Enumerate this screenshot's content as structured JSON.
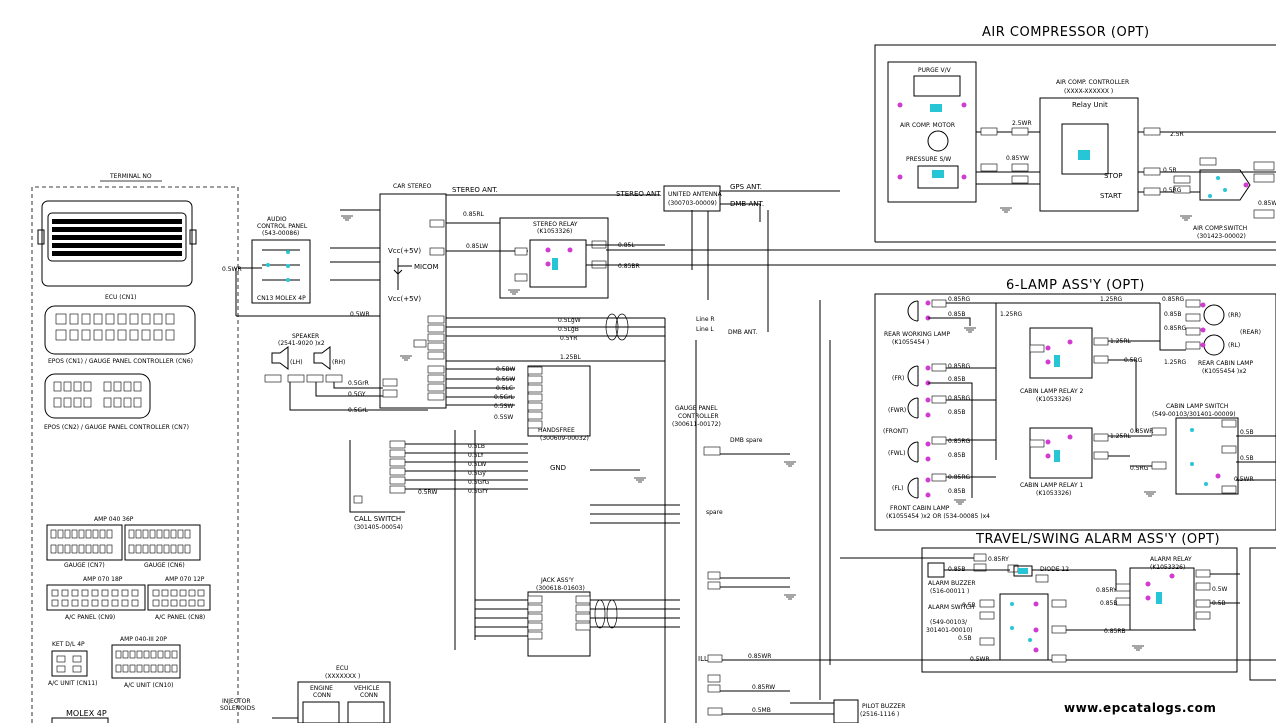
{
  "sections": {
    "air_compressor": "AIR COMPRESSOR (OPT)",
    "six_lamp": "6-LAMP ASS'Y (OPT)",
    "travel_alarm": "TRAVEL/SWING ALARM ASS'Y (OPT)"
  },
  "terminal_block": {
    "title": "TERMINAL NO",
    "connectors": [
      "ECU (CN1)",
      "EPOS (CN1) / GAUGE PANEL CONTROLLER (CN6)",
      "EPOS (CN2) / GAUGE PANEL CONTROLLER (CN7)",
      "AMP 040 36P",
      "GAUGE (CN7)",
      "GAUGE (CN6)",
      "AMP 070 18P",
      "AMP 070 12P",
      "A/C PANEL (CN9)",
      "A/C PANEL (CN8)",
      "KET D/L 4P",
      "AMP 040-III 20P",
      "A/C UNIT (CN11)",
      "A/C UNIT (CN10)",
      "MOLEX 4P"
    ]
  },
  "components": {
    "car_stereo": "CAR STEREO",
    "audio_panel_l1": "AUDIO",
    "audio_panel_l2": "CONTROL PANEL",
    "audio_panel_part": "(543-00086)",
    "audio_panel_conn": "CN13  MOLEX 4P",
    "vcc1": "Vcc(+5V)",
    "micom": "MICOM",
    "vcc2": "Vcc(+5V)",
    "stereo_relay": "STEREO RELAY",
    "stereo_relay_part": "(K1053326)",
    "speaker": "SPEAKER",
    "speaker_part": "(2541-9020 )x2",
    "speaker_lh": "(LH)",
    "speaker_rh": "(RH)",
    "handsfree": "HANDSFREE",
    "handsfree_part": "(300609-00032)",
    "call_switch": "CALL SWITCH",
    "call_switch_part": "(301405-00054)",
    "jack_assy": "JACK ASS'Y",
    "jack_assy_part": "(300618-01603)",
    "united_antenna": "UNITED ANTENNA",
    "united_antenna_part": "(300703-00009)",
    "gauge_panel_l1": "GAUGE PANEL",
    "gauge_panel_l2": "CONTROLLER",
    "gauge_panel_part": "(300611-00172)",
    "dmb_spare": "DMB spare",
    "ecu_bottom": "ECU",
    "ecu_bottom_part": "(XXXXXXX )",
    "engine_conn_l1": "ENGINE",
    "engine_conn_l2": "CONN",
    "vehicle_conn_l1": "VEHICLE",
    "vehicle_conn_l2": "CONN",
    "injector_l1": "INJECTOR",
    "injector_l2": "SOLENOIDS",
    "pilot_buzzer": "PILOT BUZZER",
    "pilot_buzzer_part": "(2516-1116 )"
  },
  "air_comp": {
    "purge": "PURGE V/V",
    "motor": "AIR COMP. MOTOR",
    "pressure": "PRESSURE S/W",
    "controller": "AIR COMP. CONTROLLER",
    "controller_part": "(XXXX-XXXXXX )",
    "relay_unit": "Relay Unit",
    "stop": "STOP",
    "start": "START",
    "switch": "AIR COMP.SWITCH",
    "switch_part": "(301423-00002)"
  },
  "lamp": {
    "rear_work": "REAR WORKING LAMP",
    "rear_work_part": "(K1055454 )",
    "rr": "(RR)",
    "rear": "(REAR)",
    "rl": "(RL)",
    "rear_cabin": "REAR CABIN LAMP",
    "rear_cabin_part": "(K1055454 )x2",
    "fr": "(FR)",
    "fwr": "(FWR)",
    "front": "(FRONT)",
    "fwl": "(FWL)",
    "fl": "(FL)",
    "relay2": "CABIN LAMP RELAY 2",
    "relay2_part": "(K1053326)",
    "relay1": "CABIN LAMP RELAY 1",
    "relay1_part": "(K1053326)",
    "cabin_switch": "CABIN LAMP SWITCH",
    "cabin_switch_part": "(549-00103/301401-00009)",
    "front_cabin": "FRONT CABIN LAMP",
    "front_cabin_part": "(K1055454 )x2 OR (534-00085 )x4"
  },
  "alarm": {
    "buzzer": "ALARM BUZZER",
    "buzzer_part": "(516-00011 )",
    "diode": "DIODE 12",
    "relay": "ALARM RELAY",
    "relay_part": "(K1053326)",
    "switch": "ALARM SWITCH",
    "switch_part1": "(549-00103/",
    "switch_part2": "301401-00010)"
  },
  "wires": [
    "0.85RL",
    "0.85LW",
    "0.85L",
    "0.85BR",
    "0.5LgW",
    "0.5LgB",
    "0.5YR",
    "1.25BL",
    "0.5WR",
    "0.5RW",
    "0.5GrR",
    "0.5GY",
    "0.5GrL",
    "0.5BW",
    "0.5SW",
    "0.5LC",
    "0.5LB",
    "0.5LY",
    "0.5LW",
    "0.5Gy",
    "0.5GrG",
    "0.5GrY",
    "2.5WR",
    "0.85YW",
    "2.5R",
    "0.85RG",
    "1.25RG",
    "1.25RL",
    "0.5RG",
    "0.85WR",
    "0.85B",
    "0.85RW",
    "0.5MB",
    "0.5Y",
    "0.85RB",
    "0.85RY",
    "0.5R",
    "0.5W",
    "0.5B",
    "0.5WR"
  ],
  "signals": {
    "stereo_ant": "STEREO ANT.",
    "stereo_ant2": "STEREO ANT.",
    "gps_ant": "GPS ANT.",
    "dmb_ant": "DMB ANT.",
    "dmb_ant2": "DMB ANT.",
    "line_r": "Line R",
    "line_l": "Line L",
    "spare": "spare",
    "ill": "ILL",
    "gnd": "GND"
  },
  "watermark": "www.epcatalogs.com"
}
